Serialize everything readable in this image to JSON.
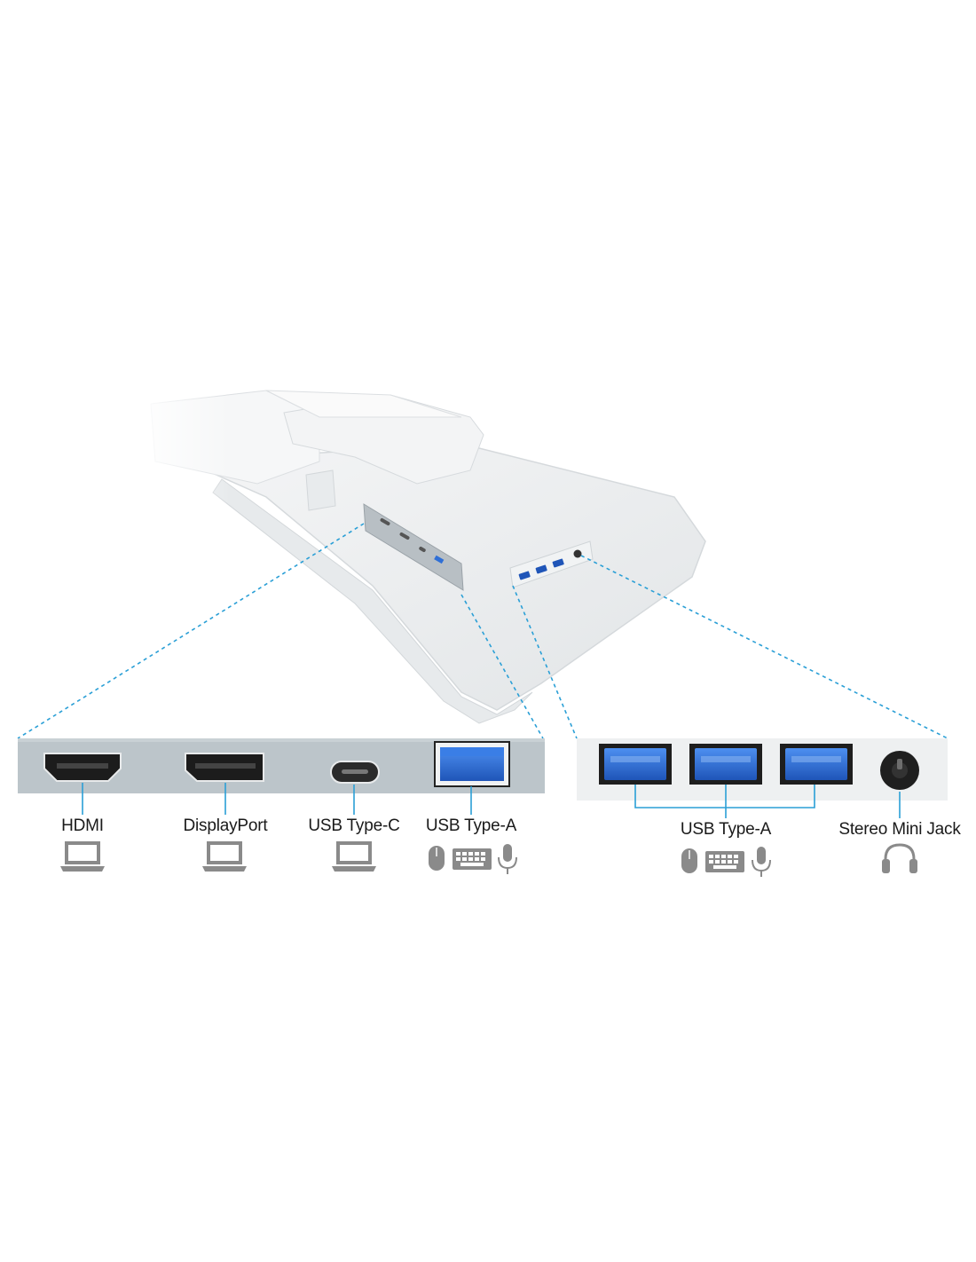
{
  "colors": {
    "accent_line": "#2a9fd6",
    "panel_grey": "#bcc5ca",
    "panel_white": "#eef0f1",
    "usb_blue": "#2f6fd6",
    "icon_grey": "#8a8a8a"
  },
  "rear_panel": {
    "ports": [
      {
        "label": "HDMI",
        "device_icon": "laptop-icon"
      },
      {
        "label": "DisplayPort",
        "device_icon": "laptop-icon"
      },
      {
        "label": "USB Type-C",
        "device_icon": "laptop-icon"
      },
      {
        "label": "USB Type-A",
        "device_icons": [
          "mouse-icon",
          "keyboard-icon",
          "microphone-icon"
        ]
      }
    ]
  },
  "side_panel": {
    "usb_label": "USB Type-A",
    "usb_port_count": 3,
    "usb_device_icons": [
      "mouse-icon",
      "keyboard-icon",
      "microphone-icon"
    ],
    "jack_label": "Stereo Mini Jack",
    "jack_device_icon": "headphones-icon"
  }
}
